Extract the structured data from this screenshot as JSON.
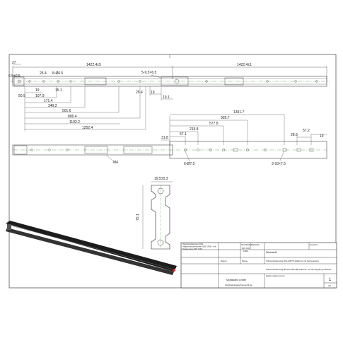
{
  "top_view": {
    "total_left": "1422.4±5",
    "total_right": "1422.4±1",
    "offset_top": "27",
    "slot": "6.5±0.5",
    "hole_a": "25.4",
    "hole_b": "8-Ø6.5",
    "hole_c": "5-9.5×6.5",
    "d1": "50.9",
    "d2": "19",
    "d3": "107.9",
    "d4": "15.1",
    "d5": "171.4",
    "d6": "349.2",
    "d7": "25.4",
    "d8": "19",
    "d9": "19.1",
    "d10": "501.6",
    "d11": "806.4",
    "d12": "1192.2",
    "d13": "1252.4"
  },
  "bottom_view": {
    "d1": "1301.7",
    "d2": "939.7",
    "d3": "577.8",
    "d4": "215.8",
    "d5": "57.1",
    "d6": "31.8",
    "d7": "28.6",
    "d8": "57.2",
    "d9": "19",
    "thread": "M4",
    "holes_left": "6-Ø7.5",
    "holes_right": "3-10×7.5"
  },
  "section": {
    "width": "19.5±0.3",
    "height": "75.1"
  },
  "title_block": {
    "general_tol_1": "Werkstückkanten DIN",
    "general_tol_2": "Allgemeintoleranzen ISO 2768 - mK",
    "general_tol_3": "Tolerierung DIN 7167",
    "surface_label": "Oberfläche",
    "surface_val_1": "DIN ISO",
    "surface_val_2": "1302",
    "scale_label": "Maßstab",
    "weight_label": "Gewicht",
    "material_label": "Werkstoff:",
    "desc_1": "Schwerlastauszug DCL23076-1422mm mit Verriegelung",
    "desc_2": "Schwerlastauszug BLOCL23076B-1422mm mit Verriegelung schwarz",
    "drawing_no_label": "Zeichnungsnummer",
    "date_label": "Datum",
    "name_label": "Name",
    "company": "Multislides GmbH",
    "email": "info@teleskopschienen24.de",
    "sheet_no": "1",
    "format": "A3"
  },
  "colors": {
    "line": "#2a2a2a",
    "centerline": "#3b8a2e",
    "marker": "#d42020",
    "rail": "#1c1c1c"
  }
}
